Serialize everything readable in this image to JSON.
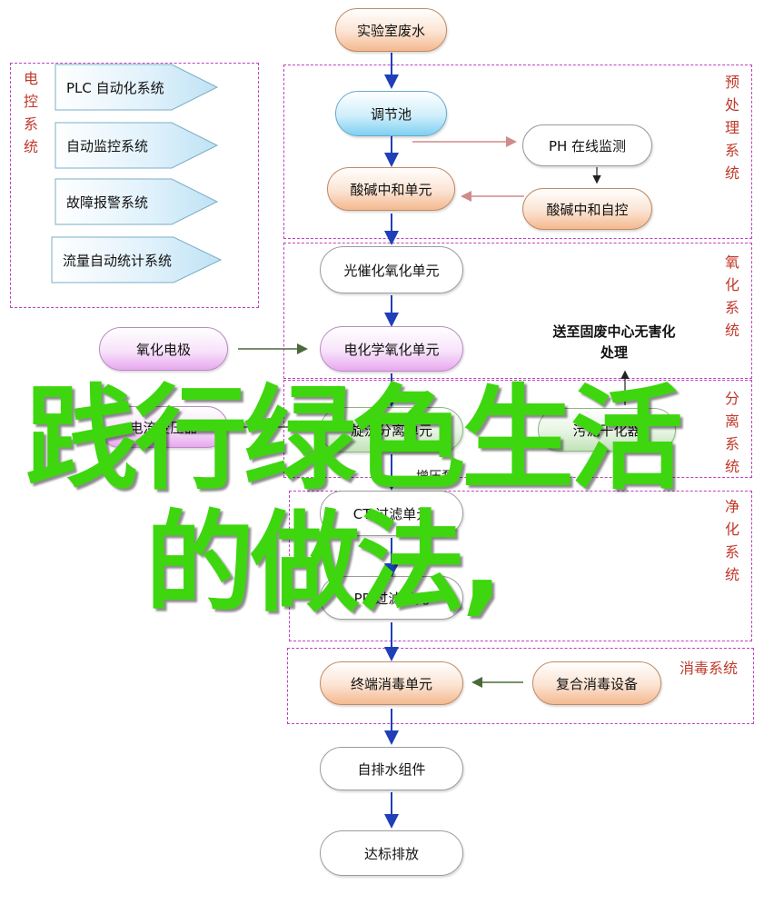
{
  "regions": {
    "control": {
      "label": "电控系统"
    },
    "pretreat": {
      "label": "预处理系统"
    },
    "oxidation": {
      "label": "氧化系统"
    },
    "separation": {
      "label": "分离系统"
    },
    "purification": {
      "label": "净化系统"
    },
    "disinfection": {
      "label": "消毒系统"
    }
  },
  "control_items": [
    "PLC 自动化系统",
    "自动监控系统",
    "故障报警系统",
    "流量自动统计系统"
  ],
  "nodes": {
    "wastewater": "实验室废水",
    "regulating_tank": "调节池",
    "acid_base_unit": "酸碱中和单元",
    "ph_monitor": "PH 在线监测",
    "acid_base_control": "酸碱中和自控",
    "photocatalytic": "光催化氧化单元",
    "oxidation_electrode": "氧化电极",
    "electro_oxidation": "电化学氧化单元",
    "current_device": "电流变压器",
    "separation_unit": "旋流分离单元",
    "solidifier": "污泥干化器",
    "press_pump": "增压泵",
    "ct_filter": "CT 过滤单元",
    "pp_filter": "PP 过滤单元",
    "terminal_disinfect": "终端消毒单元",
    "composite_disinfect": "复合消毒设备",
    "self_drain": "自排水组件",
    "compliance": "达标排放"
  },
  "solid_waste_note": [
    "送至固废中心无害化",
    "处理"
  ],
  "overlay": {
    "line1": "践行绿色生活",
    "line2": "的做法,"
  },
  "colors": {
    "accent_arrow": "#1f3fb8",
    "region_border": "#c040c0",
    "label": "#c0392b",
    "overlay_text": "#3ed60f"
  }
}
